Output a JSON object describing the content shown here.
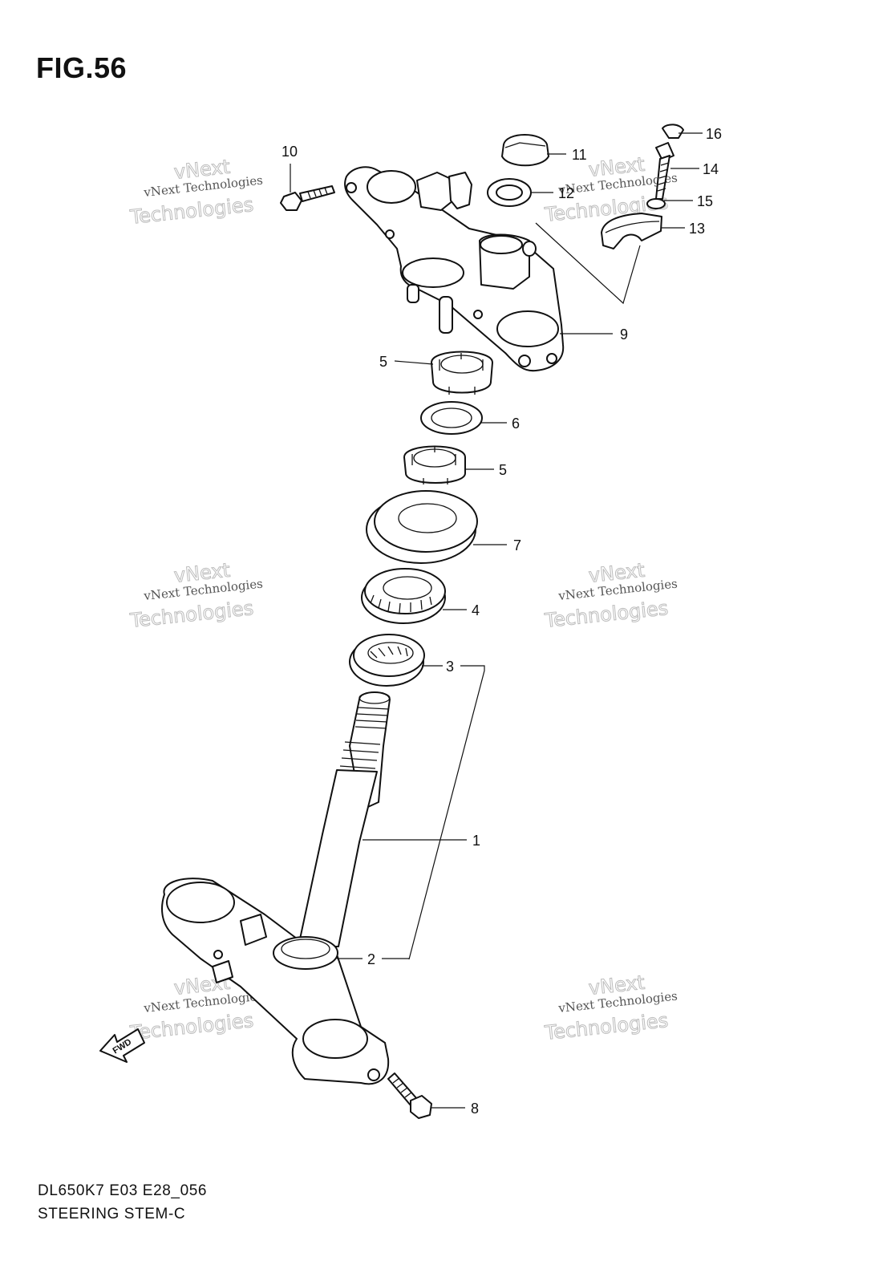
{
  "figure_title": "FIG.56",
  "footer": {
    "line1": "DL650K7 E03 E28_056",
    "line2": "STEERING STEM-C"
  },
  "watermark": {
    "line1": "vNext Technologies",
    "line2": "vNext",
    "line3": "Technologies"
  },
  "direction_arrow": {
    "label": "FWD",
    "icon": "fwd-arrow-icon"
  },
  "callouts": {
    "c1": "1",
    "c2": "2",
    "c3": "3",
    "c4": "4",
    "c5a": "5",
    "c5b": "5",
    "c6": "6",
    "c7": "7",
    "c8": "8",
    "c9": "9",
    "c10": "10",
    "c11": "11",
    "c12": "12",
    "c13": "13",
    "c14": "14",
    "c15": "15",
    "c16": "16"
  }
}
